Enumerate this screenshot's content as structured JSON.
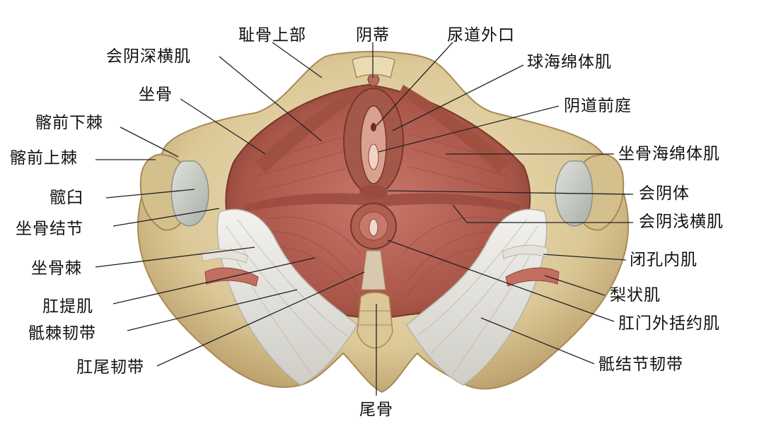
{
  "labels": {
    "pubis_upper": "耻骨上部",
    "clitoris": "阴蒂",
    "urethra_ext_orifice": "尿道外口",
    "deep_transverse_perineal": "会阴深横肌",
    "bulbospongiosus": "球海绵体肌",
    "ischium": "坐骨",
    "vestibule": "阴道前庭",
    "aiis": "髂前下棘",
    "asis": "髂前上棘",
    "ischiocavernosus": "坐骨海绵体肌",
    "acetabulum": "髋臼",
    "perineal_body": "会阴体",
    "ischial_tuberosity": "坐骨结节",
    "superficial_transverse_perineal": "会阴浅横肌",
    "ischial_spine": "坐骨棘",
    "obturator_internus": "闭孔内肌",
    "levator_ani": "肛提肌",
    "piriformis": "梨状肌",
    "sacrospinous_lig": "骶棘韧带",
    "external_anal_sphincter": "肛门外括约肌",
    "anococcygeal_lig": "肛尾韧带",
    "sacrotuberous_lig": "骶结节韧带",
    "coccyx": "尾骨"
  },
  "colors": {
    "bone": "#e3d3a6",
    "bone_dark": "#c9b27c",
    "muscle": "#b8665a",
    "muscle_dark": "#8e4438",
    "ligament": "#e9e7e2",
    "cartilage": "#c8cdc6",
    "leader": "#222222"
  }
}
